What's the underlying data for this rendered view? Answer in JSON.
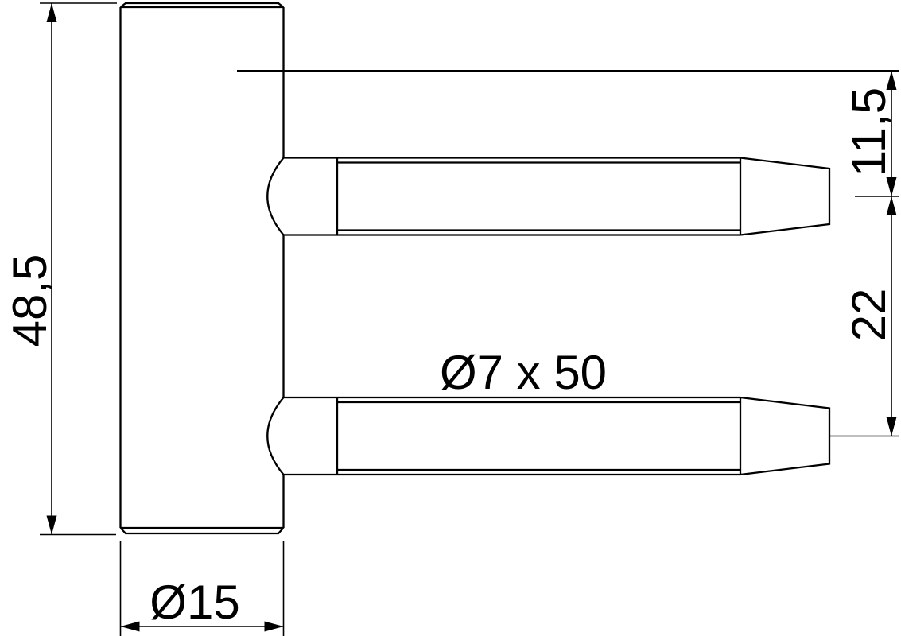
{
  "diagram": {
    "background_color": "#ffffff",
    "line_color": "#000000",
    "dimensions": {
      "overall_height": {
        "label": "48,5"
      },
      "barrel_diameter": {
        "label": "Ø15"
      },
      "pin_spec": {
        "label": "Ø7 x 50"
      },
      "pin_top_offset": {
        "label": "11,5"
      },
      "pin_spacing": {
        "label": "22"
      }
    }
  }
}
